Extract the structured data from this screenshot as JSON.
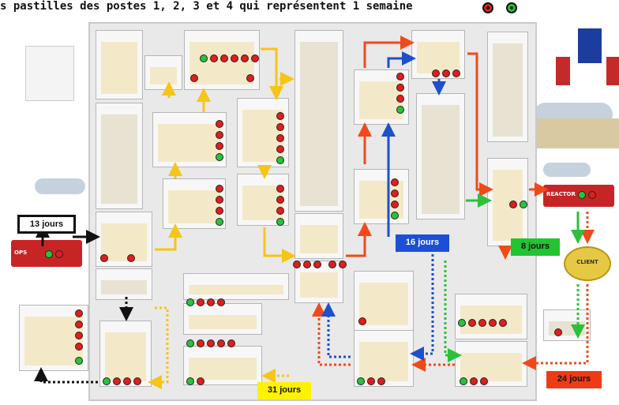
{
  "header": {
    "text": "s pastilles des postes 1, 2, 3 et 4 qui représentent 1 semaine"
  },
  "badges": {
    "b13": "13 jours",
    "b16": "16 jours",
    "b8": "8 jours",
    "b31": "31 jours",
    "b24": "24 jours"
  },
  "labels": {
    "client": "CLIENT",
    "ops": "OPS",
    "reactor": "REACTOR"
  },
  "colors": {
    "red_dot": "#e21d1d",
    "green_dot": "#27c43a",
    "badge_blue": "#1c4fd6",
    "badge_green": "#22c431",
    "badge_yellow": "#fff200",
    "badge_red": "#f03a17",
    "arrow_yellow": "#f5c518",
    "arrow_red": "#f04a1a",
    "arrow_blue": "#1f4fc9",
    "arrow_green": "#2cc03c"
  }
}
